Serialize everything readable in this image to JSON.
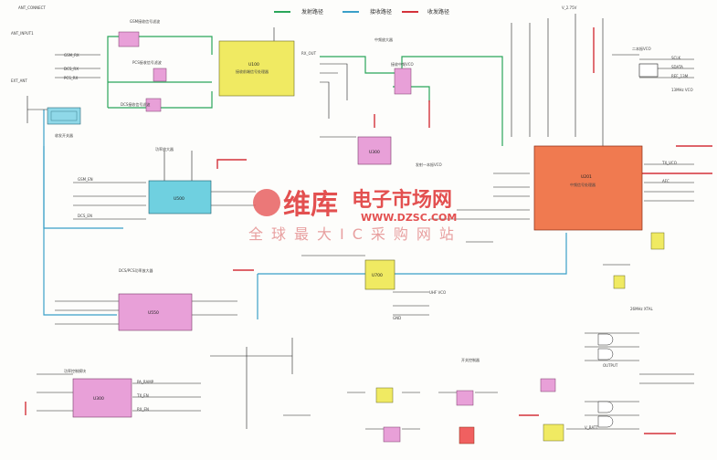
{
  "legend": {
    "items": [
      {
        "label": "发射路径",
        "color": "#2aa65a"
      },
      {
        "label": "接收路径",
        "color": "#3aa0c8"
      },
      {
        "label": "收发路径",
        "color": "#d4323a"
      }
    ]
  },
  "watermark": {
    "brand_a": "维库",
    "brand_b": "电子市场网",
    "url": "WWW.DZSC.COM",
    "slogan": "全球最大IC采购网站"
  },
  "blocks": {
    "rx_filter_gsm": "GSM接收信号滤波",
    "rx_filter_pcs": "PCS接收信号滤波",
    "rx_filter_dcs": "DCS接收信号滤波",
    "u100_title": "U100",
    "u100_desc": "接收前端信号处理器",
    "antenna_switch": "收发开关器",
    "mid_amp": "中频放大器",
    "rx_vco_title": "接收中频VCO",
    "u300_title": "U300",
    "tx_osc": "发射一本振VCO",
    "u201_title": "U201",
    "u201_desc": "中频信号处理器",
    "vco_1": "二本振VCO",
    "vco_13m": "13MHz VCO",
    "pa_gsm": "功率放大器",
    "u500_title": "U500",
    "dcs_pa": "DCS/PCS功率放大器",
    "u550_title": "U550",
    "u700_title": "U700",
    "u700_desc": "UHF VCO",
    "xtal_26m": "26MHz XTAL",
    "pwr_ctrl": "功率控制模块",
    "u300b_title": "U300",
    "switch_ctrl": "开关控制器",
    "output_block": "OUTPUT"
  },
  "nets": {
    "ant_input": "ANT_INPUT1",
    "ext_ant": "EXT_ANT",
    "ant_conn": "ANT_CONNECT",
    "gsm_rx": "GSM_RX",
    "dcs_rx": "DCS_RX",
    "pcs_rx": "PCS_RX",
    "tx_vco": "TX_VCO",
    "rx_out": "RX_OUT",
    "sclk": "SCLK",
    "sdata": "SDATA",
    "vcc": "V_2.75V",
    "gnd": "GND",
    "ref_13m": "REF_13M",
    "dcs_en": "DCS_EN",
    "gsm_en": "GSM_EN",
    "pa_ramp": "PA_RAMP",
    "tx_en": "TX_EN",
    "rx_en": "RX_EN",
    "vbatt": "V_BATT",
    "afc": "AFC"
  }
}
